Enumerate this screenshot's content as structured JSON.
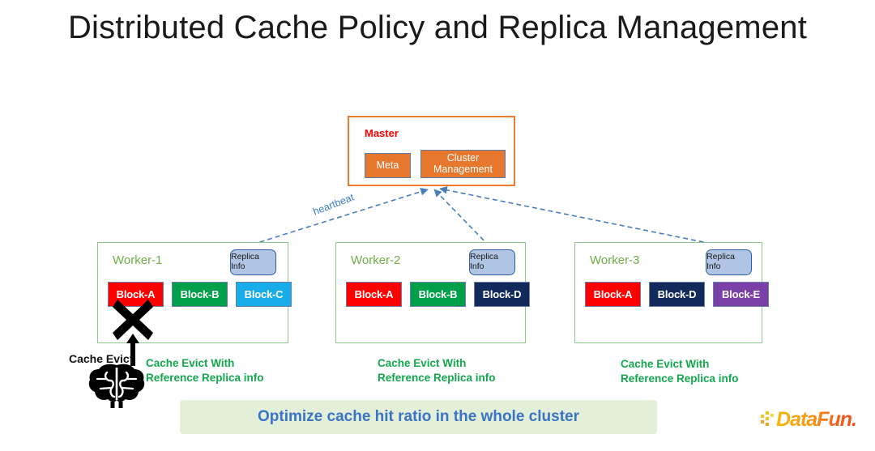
{
  "slide": {
    "title": "Distributed Cache Policy and Replica Management"
  },
  "master": {
    "label": "Master",
    "label_color": "#FF0000",
    "border_color": "#ED7D31",
    "sub_boxes": [
      {
        "name": "meta",
        "label": "Meta",
        "color": "#E8772E"
      },
      {
        "name": "cluster-management",
        "label": "Cluster\nManagement",
        "color": "#E8772E"
      }
    ]
  },
  "connections": {
    "heartbeat_label": "heartbeat",
    "line_color": "#4A7EBB",
    "style": "dashed-bidirectional"
  },
  "workers": [
    {
      "title": "Worker-1",
      "replica_info": "Replica\nInfo",
      "caption": "Cache Evict With\nReference Replica info",
      "blocks": [
        {
          "label": "Block-A",
          "color": "#FF0000"
        },
        {
          "label": "Block-B",
          "color": "#00A04A"
        },
        {
          "label": "Block-C",
          "color": "#18ACE8"
        }
      ]
    },
    {
      "title": "Worker-2",
      "replica_info": "Replica\nInfo",
      "caption": "Cache Evict With\nReference Replica info",
      "blocks": [
        {
          "label": "Block-A",
          "color": "#FF0000"
        },
        {
          "label": "Block-B",
          "color": "#00A04A"
        },
        {
          "label": "Block-D",
          "color": "#12295C"
        }
      ]
    },
    {
      "title": "Worker-3",
      "replica_info": "Replica\nInfo",
      "caption": "Cache Evict With\nReference Replica info",
      "blocks": [
        {
          "label": "Block-A",
          "color": "#FF0000"
        },
        {
          "label": "Block-D",
          "color": "#12295C"
        },
        {
          "label": "Block-E",
          "color": "#7B3FA8"
        }
      ]
    }
  ],
  "evict": {
    "label": "Cache Evict",
    "x_mark_icon": "x-mark-icon",
    "arrow_icon": "up-arrow-icon",
    "brain_icon": "brain-icon"
  },
  "banner": {
    "text": "Optimize cache hit ratio in the whole cluster",
    "background": "#E4EFD9",
    "text_color": "#3A74C4"
  },
  "logo": {
    "text": "DataFun.",
    "accent": "#F79A12"
  }
}
